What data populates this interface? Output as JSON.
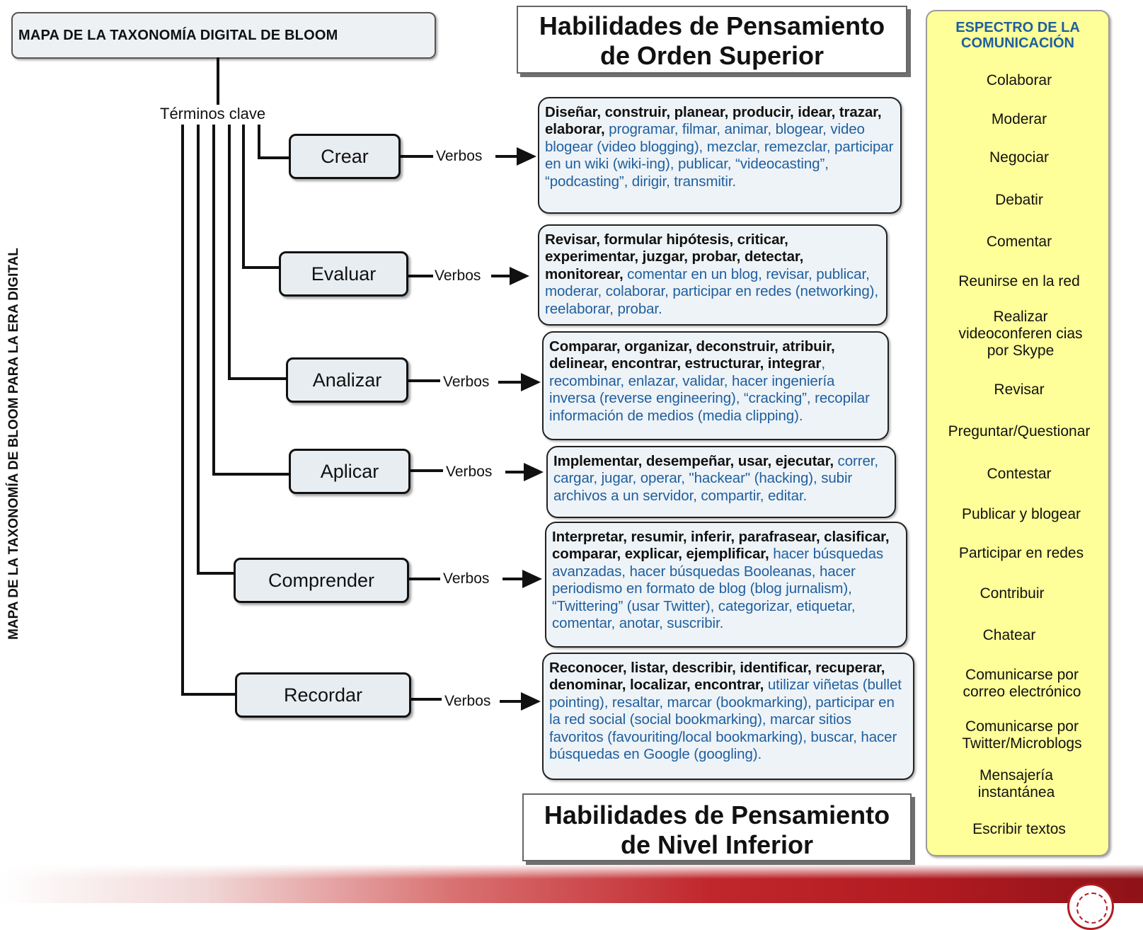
{
  "title": "MAPA DE LA TAXONOMÍA DIGITAL DE BLOOM",
  "side_title": "MAPA DE LA TAXONOMÍA DE BLOOM PARA LA ERA DIGITAL",
  "key_terms": "Términos clave",
  "verbs_label": "Verbos",
  "upper_header": {
    "line1": "Habilidades de Pensamiento",
    "line2": "de Orden Superior"
  },
  "lower_header": {
    "line1": "Habilidades de Pensamiento",
    "line2": "de Nivel Inferior"
  },
  "levels": [
    {
      "name": "Crear",
      "bold": "Diseñar, construir, planear, producir, idear, trazar, elaborar,",
      "rest": " programar, filmar, animar, blogear, video blogear (video blogging), mezclar, remezclar, participar en un wiki (wiki-ing), publicar, “videocasting”, “podcasting”, dirigir, transmitir."
    },
    {
      "name": "Evaluar",
      "bold": "Revisar, formular hipótesis, criticar, experimentar, juzgar, probar, detectar, monitorear,",
      "rest": " comentar en un blog, revisar, publicar, moderar, colaborar, participar en redes (networking), reelaborar, probar."
    },
    {
      "name": "Analizar",
      "bold": "Comparar, organizar, deconstruir, atribuir, delinear, encontrar, estructurar, integrar",
      "rest": ", recombinar, enlazar, validar, hacer ingeniería inversa (reverse engineering), “cracking”, recopilar información de medios (media clipping)."
    },
    {
      "name": "Aplicar",
      "bold": "Implementar, desempeñar, usar, ejecutar,",
      "rest": " correr, cargar, jugar, operar, \"hackear\" (hacking), subir archivos a un servidor, compartir, editar."
    },
    {
      "name": "Comprender",
      "bold": "Interpretar, resumir, inferir, parafrasear, clasificar, comparar, explicar, ejemplificar,",
      "rest": " hacer búsquedas avanzadas, hacer búsquedas Booleanas, hacer periodismo en formato de blog (blog jurnalism), “Twittering” (usar Twitter), categorizar, etiquetar, comentar, anotar, suscribir."
    },
    {
      "name": "Recordar",
      "bold": "Reconocer, listar, describir, identificar, recuperar, denominar, localizar, encontrar,",
      "rest": " utilizar viñetas (bullet pointing), resaltar, marcar (bookmarking), participar en la red social (social bookmarking), marcar sitios favoritos (favouriting/local bookmarking), buscar, hacer búsquedas en Google (googling)."
    }
  ],
  "spectrum": {
    "title_line1": "ESPECTRO DE LA",
    "title_line2": "COMUNICACIÓN",
    "items": [
      "Colaborar",
      "Moderar",
      "Negociar",
      "Debatir",
      "Comentar",
      "Reunirse en la red",
      "Realizar videoconferen cias por Skype",
      "Revisar",
      "Preguntar/Questionar",
      "Contestar",
      "Publicar y blogear",
      "Participar en redes",
      "Contribuir",
      "Chatear",
      "Comunicarse por correo electrónico",
      "Comunicarse por Twitter/Microblogs",
      "Mensajería instantánea",
      "Escribir textos"
    ]
  },
  "colors": {
    "emphasis_text": "#1f5f9e",
    "spectrum_bg": "#ffff99",
    "level_box_bg": "#e8edf1",
    "band_red": "#b31b22"
  }
}
